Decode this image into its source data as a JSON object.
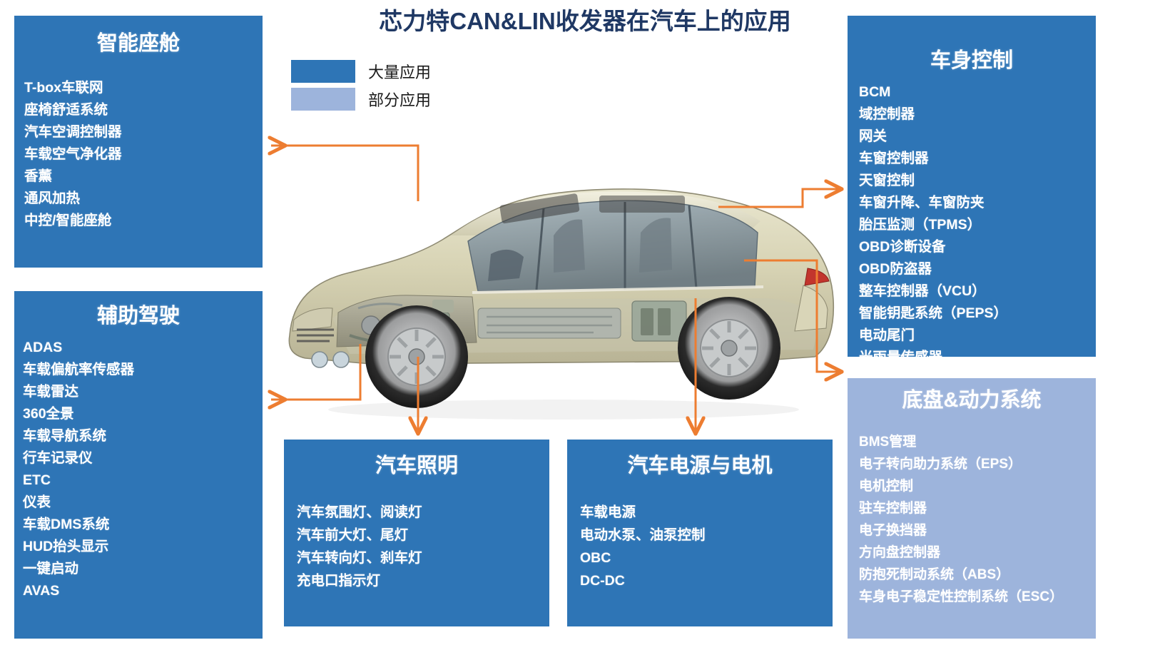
{
  "header": {
    "title": "芯力特CAN&LIN收发器在汽车上的应用"
  },
  "legend": {
    "items": [
      {
        "label": "大量应用",
        "color": "#2E75B6",
        "swatch": "legend-swatch-full"
      },
      {
        "label": "部分应用",
        "color": "#9DB4DC",
        "swatch": "legend-swatch-partial"
      }
    ]
  },
  "colors": {
    "dark_blue": "#2E75B6",
    "light_blue": "#9DB4DC",
    "arrow_orange": "#ED7D31",
    "title_navy": "#1F3864",
    "background": "#FFFFFF"
  },
  "panels": {
    "cockpit": {
      "title": "智能座舱",
      "level": "大量应用",
      "items": [
        "T-box车联网",
        "座椅舒适系统",
        "汽车空调控制器",
        "车载空气净化器",
        "香薰",
        "通风加热",
        "中控/智能座舱"
      ]
    },
    "adas": {
      "title": "辅助驾驶",
      "level": "大量应用",
      "items": [
        "ADAS",
        "车载偏航率传感器",
        "车载雷达",
        "360全景",
        "车载导航系统",
        "行车记录仪",
        "ETC",
        "仪表",
        "车载DMS系统",
        "HUD抬头显示",
        "一键启动",
        "AVAS"
      ]
    },
    "body_control": {
      "title": "车身控制",
      "level": "大量应用",
      "items": [
        "BCM",
        "域控制器",
        "网关",
        "车窗控制器",
        "天窗控制",
        "车窗升降、车窗防夹",
        "胎压监测（TPMS）",
        "OBD诊断设备",
        "OBD防盗器",
        "整车控制器（VCU）",
        "智能钥匙系统（PEPS）",
        "电动尾门",
        "光雨量传感器"
      ]
    },
    "chassis_powertrain": {
      "title": "底盘&动力系统",
      "level": "部分应用",
      "items": [
        "BMS管理",
        "电子转向助力系统（EPS）",
        "电机控制",
        "驻车控制器",
        "电子换挡器",
        "方向盘控制器",
        "防抱死制动系统（ABS）",
        "车身电子稳定性控制系统（ESC）"
      ]
    },
    "lighting": {
      "title": "汽车照明",
      "level": "大量应用",
      "items": [
        "汽车氛围灯、阅读灯",
        "汽车前大灯、尾灯",
        "汽车转向灯、刹车灯",
        "充电口指示灯"
      ]
    },
    "power_motor": {
      "title": "汽车电源与电机",
      "level": "大量应用",
      "items": [
        "车载电源",
        "电动水泵、油泵控制",
        "OBC",
        "DC-DC"
      ]
    }
  },
  "illustration": {
    "subject": "cutaway-sedan-car",
    "description": "汽车透视图"
  }
}
